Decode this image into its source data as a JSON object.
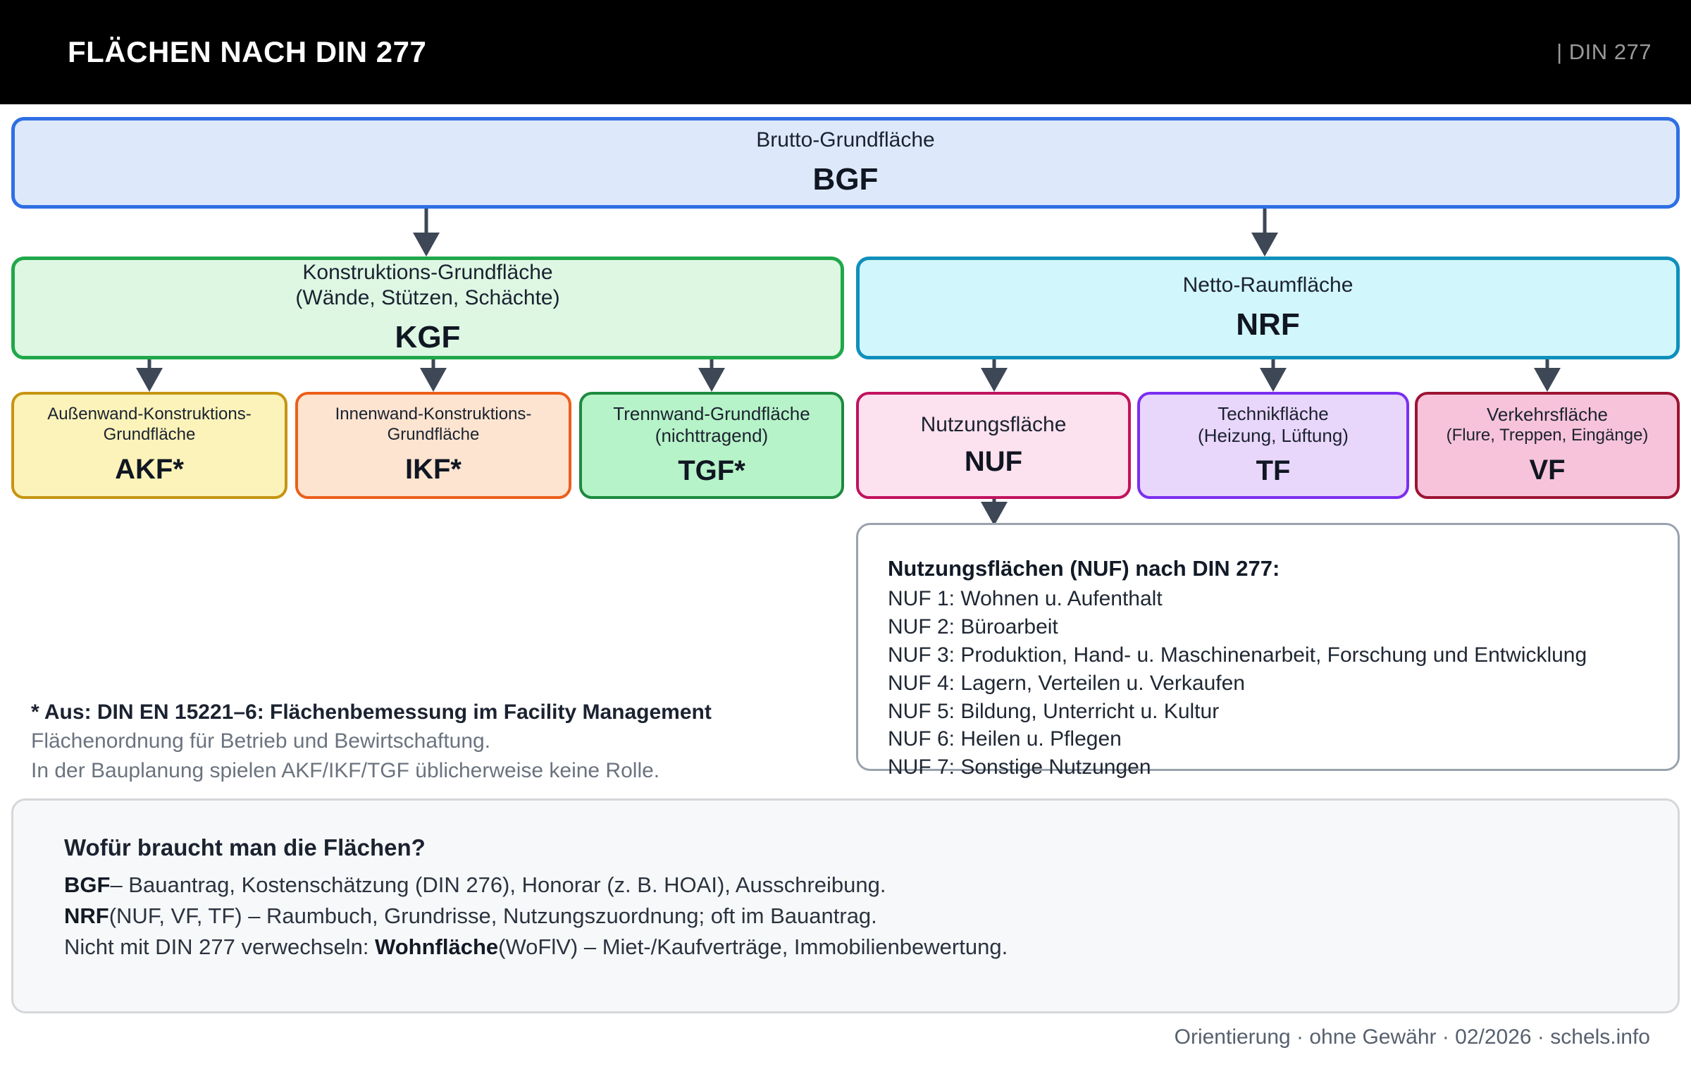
{
  "header": {
    "title": "FLÄCHEN NACH DIN 277",
    "right_label": "| DIN 277"
  },
  "diagram": {
    "bgf": {
      "caption": "Brutto-Grundfläche",
      "abbr": "BGF",
      "border_color": "#2f6fe4",
      "fill_color": "#dde9fb"
    },
    "kgf": {
      "caption_line1": "Konstruktions-Grundfläche",
      "caption_line2": "(Wände, Stützen, Schächte)",
      "abbr": "KGF",
      "border_color": "#1fa84a",
      "fill_color": "#ddf7e3"
    },
    "nrf": {
      "caption": "Netto-Raumfläche",
      "abbr": "NRF",
      "border_color": "#0f90bb",
      "fill_color": "#d1f6fb"
    },
    "akf": {
      "caption_line1": "Außenwand-Konstruktions-",
      "caption_line2": "Grundfläche",
      "abbr": "AKF*",
      "border_color": "#c79512",
      "fill_color": "#fbf3b9"
    },
    "ikf": {
      "caption_line1": "Innenwand-Konstruktions-",
      "caption_line2": "Grundfläche",
      "abbr": "IKF*",
      "border_color": "#ec5f1b",
      "fill_color": "#fce4d0"
    },
    "tgf": {
      "caption_line1": "Trennwand-Grundfläche",
      "caption_line2": "(nichttragend)",
      "abbr": "TGF*",
      "border_color": "#1d8a3f",
      "fill_color": "#b6f3c8"
    },
    "nuf": {
      "caption": "Nutzungsfläche",
      "abbr": "NUF",
      "border_color": "#c2125f",
      "fill_color": "#fce1ee"
    },
    "tf": {
      "caption_line1": "Technikfläche",
      "caption_line2": "(Heizung, Lüftung)",
      "abbr": "TF",
      "border_color": "#7b2ff0",
      "fill_color": "#e9d6fb"
    },
    "vf": {
      "caption_line1": "Verkehrsfläche",
      "caption_line2": "(Flure, Treppen, Eingänge)",
      "abbr": "VF",
      "border_color": "#9c1433",
      "fill_color": "#f7c3da"
    },
    "arrow_color": "#3d4756"
  },
  "nuf_panel": {
    "heading": "Nutzungsflächen (NUF) nach DIN 277:",
    "items": [
      "NUF 1: Wohnen u. Aufenthalt",
      "NUF 2: Büroarbeit",
      "NUF 3: Produktion, Hand- u. Maschinenarbeit, Forschung und Entwicklung",
      "NUF 4: Lagern, Verteilen u. Verkaufen",
      "NUF 5: Bildung, Unterricht u. Kultur",
      "NUF 6: Heilen u. Pflegen",
      "NUF 7: Sonstige Nutzungen"
    ]
  },
  "footnote": {
    "line1": "* Aus: DIN EN 15221–6: Flächenbemessung im Facility Management",
    "line2": "Flächenordnung für Betrieb und Bewirtschaftung.",
    "line3": "In der Bauplanung spielen AKF/IKF/TGF üblicherweise keine Rolle."
  },
  "bottom_panel": {
    "title": "Wofür braucht man die Flächen?",
    "rows": [
      {
        "bold": "BGF",
        "rest": "– Bauantrag, Kostenschätzung (DIN 276), Honorar (z. B. HOAI), Ausschreibung."
      },
      {
        "bold": "NRF",
        "rest": "(NUF, VF, TF) – Raumbuch, Grundrisse, Nutzungszuordnung; oft im Bauantrag."
      }
    ],
    "row3_prefix": "Nicht mit DIN 277 verwechseln: ",
    "row3_bold": "Wohnfläche",
    "row3_rest": "(WoFlV) – Miet-/Kaufverträge, Immobilienbewertung."
  },
  "footer": {
    "text": "Orientierung · ohne Gewähr · 02/2026 · schels.info"
  }
}
